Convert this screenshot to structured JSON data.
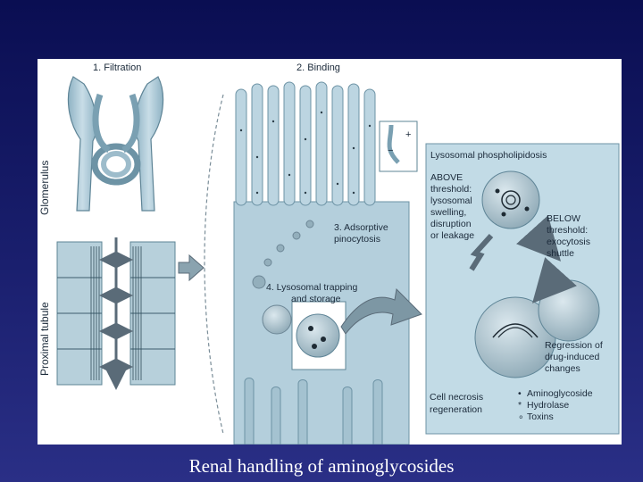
{
  "slide": {
    "caption": "Renal handling of aminoglycosides"
  },
  "figure": {
    "step1": "1. Filtration",
    "step2": "2. Binding",
    "step3_line1": "3. Adsorptive",
    "step3_line2": "pinocytosis",
    "step4_line1": "4. Lysosomal trapping",
    "step4_line2": "and storage",
    "glomerulus": "Glomerulus",
    "proximal_tubule": "Proximal tubule",
    "charge_plus": "+",
    "charge_minus": "−",
    "inset": {
      "title": "Lysosomal phospholipidosis",
      "above": [
        "ABOVE",
        "threshold:",
        "lysosomal",
        "swelling,",
        "disruption",
        "or leakage"
      ],
      "below": [
        "BELOW",
        "threshold:",
        "exocytosis",
        "shuttle"
      ],
      "regression": [
        "Regression of",
        "drug-induced",
        "changes"
      ],
      "necrosis": [
        "Cell necrosis",
        "regeneration"
      ],
      "legend": [
        {
          "symbol": "•",
          "label": "Aminoglycoside"
        },
        {
          "symbol": "*",
          "label": "Hydrolase"
        },
        {
          "symbol": "∘",
          "label": "Toxins"
        }
      ]
    }
  }
}
